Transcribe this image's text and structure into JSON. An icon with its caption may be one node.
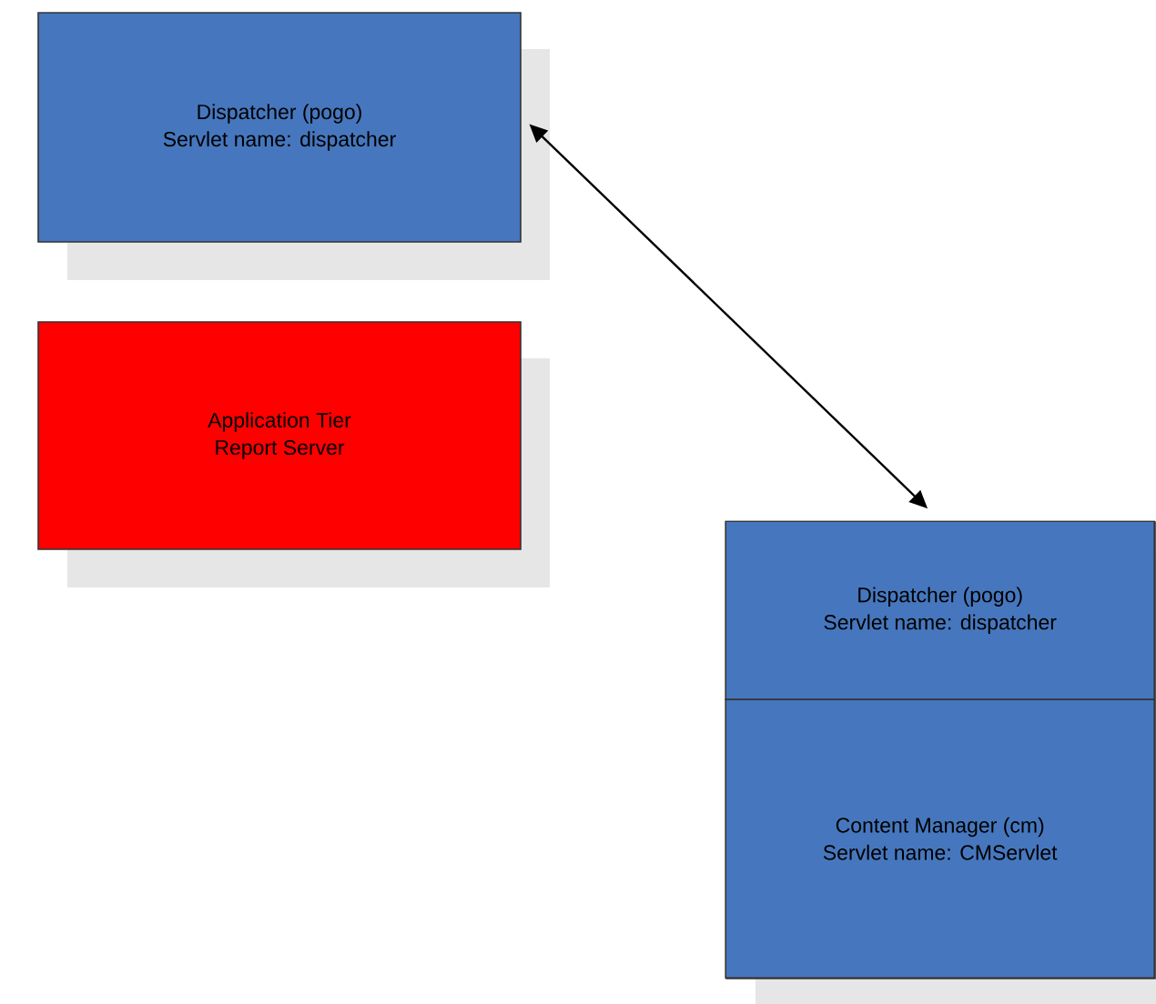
{
  "diagram": {
    "nodes": [
      {
        "text": [
          "Dispatcher (pogo)",
          "Servlet name: dispatcher"
        ]
      },
      {
        "text": [
          "Application Tier",
          "Report Server"
        ]
      },
      {
        "text": [],
        "shape": "box"
      },
      {
        "text": [
          "Dispatcher (pogo)",
          "Servlet name: dispatcher"
        ],
        "in": 2
      },
      {
        "text": [
          "Content Manager (cm)",
          "Servlet name: CMServlet"
        ],
        "in": 2
      }
    ],
    "edges": [
      {
        "from": 0,
        "to": 2,
        "arrow": "both"
      }
    ]
  }
}
